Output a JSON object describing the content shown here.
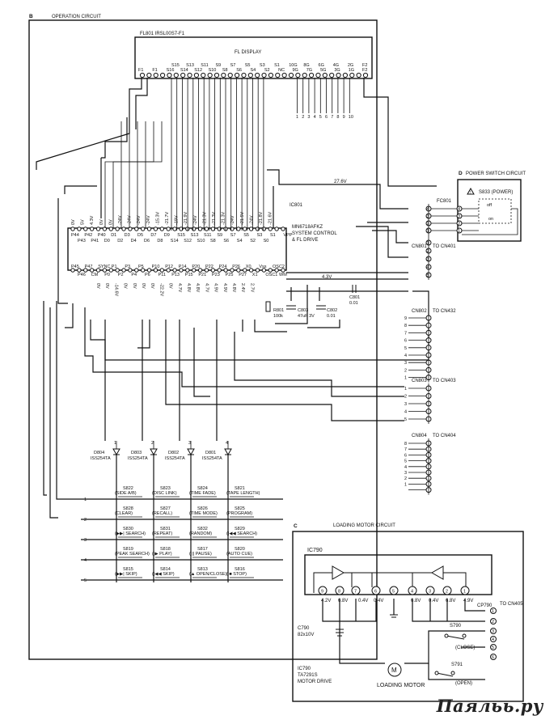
{
  "sections": {
    "operation": {
      "letter": "B",
      "title": "OPERATION CIRCUIT"
    },
    "power": {
      "letter": "D",
      "title": "POWER SWITCH CIRCUIT"
    },
    "loading": {
      "letter": "C",
      "title": "LOADING MOTOR CIRCUIT"
    }
  },
  "fl_display": {
    "part": "FL801 IRSL00S7-F1",
    "name": "FL DISPLAY",
    "pin_labels": [
      "F1",
      "F1",
      "S16",
      "S14",
      "S12",
      "S10",
      "S8",
      "S6",
      "S4",
      "S2",
      "NC",
      "9G",
      "7G",
      "5G",
      "3G",
      "1G",
      "F2"
    ],
    "pin_labels_top": [
      "S15",
      "S13",
      "S11",
      "S9",
      "S7",
      "S5",
      "S3",
      "S1",
      "10G",
      "8G",
      "6G",
      "4G",
      "2G",
      "F2"
    ],
    "grid_pin_numbers": [
      "1",
      "2",
      "3",
      "4",
      "5",
      "6",
      "7",
      "8",
      "9",
      "10"
    ]
  },
  "ic801": {
    "part": "IC801",
    "model": "MN6718AFKZ",
    "function": "SYSTEM CONTROL",
    "function2": "& FL DRIVE",
    "top_pins": [
      "P44",
      "P42",
      "P40",
      "D1",
      "D3",
      "D5",
      "D7",
      "D9",
      "S15",
      "S13",
      "S11",
      "S9",
      "S7",
      "S5",
      "S3",
      "S1",
      "VPP"
    ],
    "top_pins_b": [
      "P43",
      "P41",
      "D0",
      "D2",
      "D4",
      "D6",
      "D8",
      "S14",
      "S12",
      "S10",
      "S8",
      "S6",
      "S4",
      "S2",
      "S0"
    ],
    "bottom_pins": [
      "P45",
      "P47",
      "SYNC",
      "P1",
      "P3",
      "P5",
      "P10",
      "P12",
      "P14",
      "P20",
      "P22",
      "P24",
      "P26",
      "X0",
      "Vss",
      "OSC2"
    ],
    "bottom_pins_b": [
      "P46",
      "CM",
      "P0",
      "P2",
      "P4",
      "P6",
      "P11",
      "P13",
      "P15",
      "P21",
      "P23",
      "P25",
      "P27",
      "X1",
      "OSC1",
      "WM"
    ],
    "top_voltages": [
      "0V",
      "5V",
      "4.3V",
      "0V",
      "0V",
      "-24V",
      "-24V",
      "-24V",
      "-24V",
      "-15.3V",
      "-21.7V",
      "-19V",
      "-21.9V",
      "-24V",
      "-21.3V",
      "-21.3V",
      "-21.3V",
      "-24V",
      "-21.5V",
      "-24V",
      "-21.8V",
      "-21.6V"
    ],
    "bottom_voltages": [
      "0V",
      "0V",
      "-14.6V",
      "0V",
      "0V",
      "0V",
      "0V",
      "-22.2V",
      "0V",
      "4.7V",
      "4.8V",
      "4.8V",
      "4.7V",
      "4.9V",
      "4.9V",
      "4.8V",
      "2.4V",
      "2.7V"
    ],
    "supply": "27.6V",
    "supply2": "4.3V"
  },
  "components": {
    "r801": {
      "ref": "R801",
      "value": "100k"
    },
    "c803": {
      "ref": "C803",
      "value": "47uF 3V"
    },
    "c802": {
      "ref": "C802",
      "value": "0.01"
    },
    "c801": {
      "ref": "C801",
      "value": "0.01"
    }
  },
  "connectors": {
    "fc801": "FC801",
    "cn801": {
      "ref": "CN801",
      "to": "TO CN401"
    },
    "cn802": {
      "ref": "CN802",
      "to": "TO CN432"
    },
    "cn803": {
      "ref": "CN803",
      "to": "TO CN403"
    },
    "cn804": {
      "ref": "CN804",
      "to": "TO CN404"
    },
    "cp790": {
      "ref": "CP790",
      "to": "TO CN405"
    }
  },
  "power_switch": {
    "ref": "S833 (POWER)",
    "off": "off",
    "on": "on"
  },
  "diodes": [
    {
      "ref": "D804",
      "model": "ISS254TA"
    },
    {
      "ref": "D803",
      "model": "ISS254TA"
    },
    {
      "ref": "D802",
      "model": "ISS254TA"
    },
    {
      "ref": "D801",
      "model": "ISS254TA"
    }
  ],
  "key_rows": [
    [
      {
        "ref": "S822",
        "label": "(SIDE A/B)"
      },
      {
        "ref": "S823",
        "label": "(DISC LINK)"
      },
      {
        "ref": "S824",
        "label": "(TIME FADE)"
      },
      {
        "ref": "S821",
        "label": "(TAPE LENGTH)"
      }
    ],
    [
      {
        "ref": "S828",
        "label": "(CLEAR)"
      },
      {
        "ref": "S827",
        "label": "(RECALL)"
      },
      {
        "ref": "S826",
        "label": "(TIME MODE)"
      },
      {
        "ref": "S825",
        "label": "(PROGRAM)"
      }
    ],
    [
      {
        "ref": "S830",
        "label": "(▶▶| SEARCH)"
      },
      {
        "ref": "S831",
        "label": "(REPEAT)"
      },
      {
        "ref": "S832",
        "label": "(RANDOM)"
      },
      {
        "ref": "S829",
        "label": "(|◀◀ SEARCH)"
      }
    ],
    [
      {
        "ref": "S819",
        "label": "(PEAK SEARCH)"
      },
      {
        "ref": "S818",
        "label": "( ▶ PLAY)"
      },
      {
        "ref": "S817",
        "label": "( || PAUSE)"
      },
      {
        "ref": "S820",
        "label": "(AUTO CUE)"
      }
    ],
    [
      {
        "ref": "S815",
        "label": "(▶▶| SKIP)"
      },
      {
        "ref": "S814",
        "label": "(|◀◀ SKIP)"
      },
      {
        "ref": "S813",
        "label": "(▲ OPEN/CLOSE)"
      },
      {
        "ref": "S816",
        "label": "( ■ STOP)"
      }
    ]
  ],
  "row_numbers": [
    "1",
    "2",
    "3",
    "4",
    "5"
  ],
  "loading_motor": {
    "ic": "IC790",
    "pins": [
      "9",
      "8",
      "7",
      "6",
      "5",
      "4",
      "3",
      "2",
      "1"
    ],
    "voltages": [
      "4.2V",
      "6.8V",
      "0.4V",
      "0.4V",
      "6.8V",
      "0.4V",
      "6.8V",
      "4.9V"
    ],
    "c790": "C790",
    "c790_value": "82x10V",
    "s790": "S790",
    "s790_label": "(CLOSE)",
    "s791": "S791",
    "s791_label": "(OPEN)",
    "motor": "LOADING MOTOR",
    "motor_symbol": "M",
    "ic_note": "IC790",
    "ic_model": "TA7291S",
    "ic_function": "MOTOR DRIVE"
  },
  "watermark": "Паяльь.ру"
}
